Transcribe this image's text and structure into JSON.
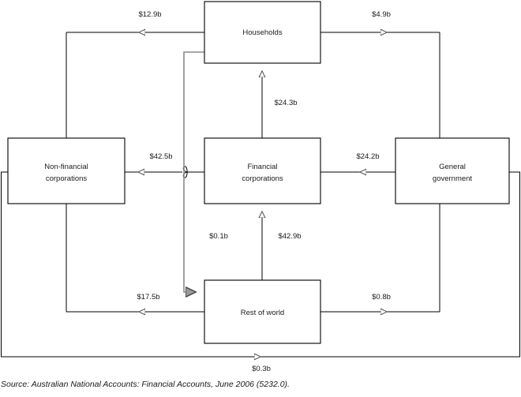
{
  "diagram": {
    "type": "financial-flow-diagram",
    "nodes": [
      {
        "id": "households",
        "label_line1": "Households",
        "label_line2": ""
      },
      {
        "id": "nonfin",
        "label_line1": "Non-financial",
        "label_line2": "corporations"
      },
      {
        "id": "fincorp",
        "label_line1": "Financial",
        "label_line2": "corporations"
      },
      {
        "id": "govt",
        "label_line1": "General",
        "label_line2": "government"
      },
      {
        "id": "row",
        "label_line1": "Rest of world",
        "label_line2": ""
      }
    ],
    "flows": [
      {
        "id": "hh-to-nonfin",
        "value": "$12.9b",
        "from": "households",
        "to": "nonfin"
      },
      {
        "id": "hh-to-govt",
        "value": "$4.9b",
        "from": "households",
        "to": "govt"
      },
      {
        "id": "fin-to-hh",
        "value": "$24.3b",
        "from": "fincorp",
        "to": "households"
      },
      {
        "id": "fin-to-nonfin",
        "value": "$42.5b",
        "from": "fincorp",
        "to": "nonfin"
      },
      {
        "id": "govt-to-fin",
        "value": "$24.2b",
        "from": "govt",
        "to": "fincorp"
      },
      {
        "id": "hh-to-row",
        "value": "$0.1b",
        "from": "households",
        "to": "row"
      },
      {
        "id": "row-to-fin",
        "value": "$42.9b",
        "from": "row",
        "to": "fincorp"
      },
      {
        "id": "row-to-nonfin",
        "value": "$17.5b",
        "from": "row",
        "to": "nonfin"
      },
      {
        "id": "row-to-govt",
        "value": "$0.8b",
        "from": "row",
        "to": "govt"
      },
      {
        "id": "nonfin-to-govt",
        "value": "$0.3b",
        "from": "nonfin",
        "to": "govt"
      }
    ],
    "colors": {
      "line": "#000000",
      "line_crossing": "#8a8a8a",
      "box_fill": "#ffffff",
      "text": "#1a1a1a"
    },
    "source_note": "Source: Australian National Accounts: Financial Accounts, June 2006 (5232.0)."
  }
}
